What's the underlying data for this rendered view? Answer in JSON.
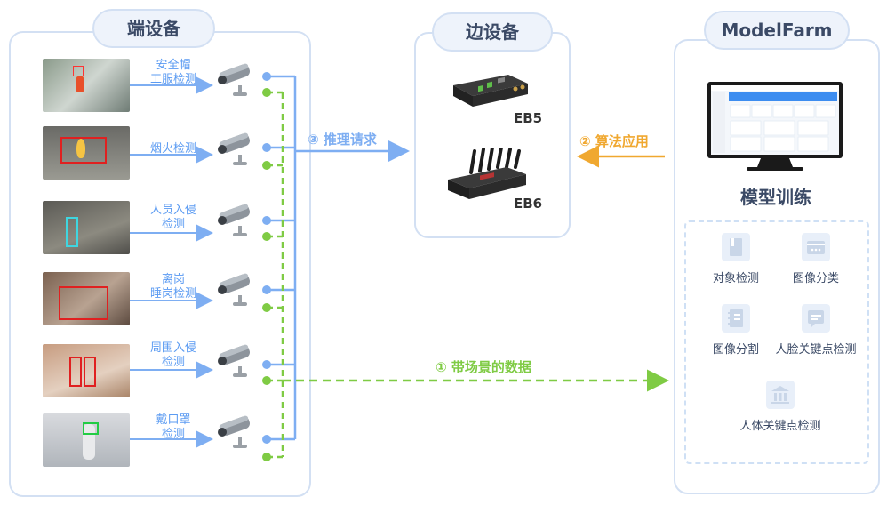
{
  "end_devices": {
    "title": "端设备",
    "items": [
      {
        "label": "安全帽\n工服检测"
      },
      {
        "label": "烟火检测"
      },
      {
        "label": "人员入侵\n检测"
      },
      {
        "label": "离岗\n睡岗检测"
      },
      {
        "label": "周围入侵\n检测"
      },
      {
        "label": "戴口罩\n检测"
      }
    ]
  },
  "edge_devices": {
    "title": "边设备",
    "eb5": "EB5",
    "eb6": "EB6"
  },
  "modelfarm": {
    "title": "ModelFarm",
    "subtitle": "模型训练",
    "tasks": [
      {
        "label": "对象检测",
        "icon": "book-icon"
      },
      {
        "label": "图像分类",
        "icon": "card-icon"
      },
      {
        "label": "图像分割",
        "icon": "notebook-icon"
      },
      {
        "label": "人脸关键点检测",
        "icon": "face-doc-icon"
      },
      {
        "label": "人体关键点检测",
        "icon": "bank-icon"
      }
    ]
  },
  "flows": {
    "inference": "③ 推理请求",
    "algorithm": "② 算法应用",
    "data": "① 带场景的数据"
  },
  "colors": {
    "blue": "#7eaef2",
    "green": "#7fcb44",
    "orange": "#f0a830",
    "panel_border": "#d3e0f3"
  }
}
